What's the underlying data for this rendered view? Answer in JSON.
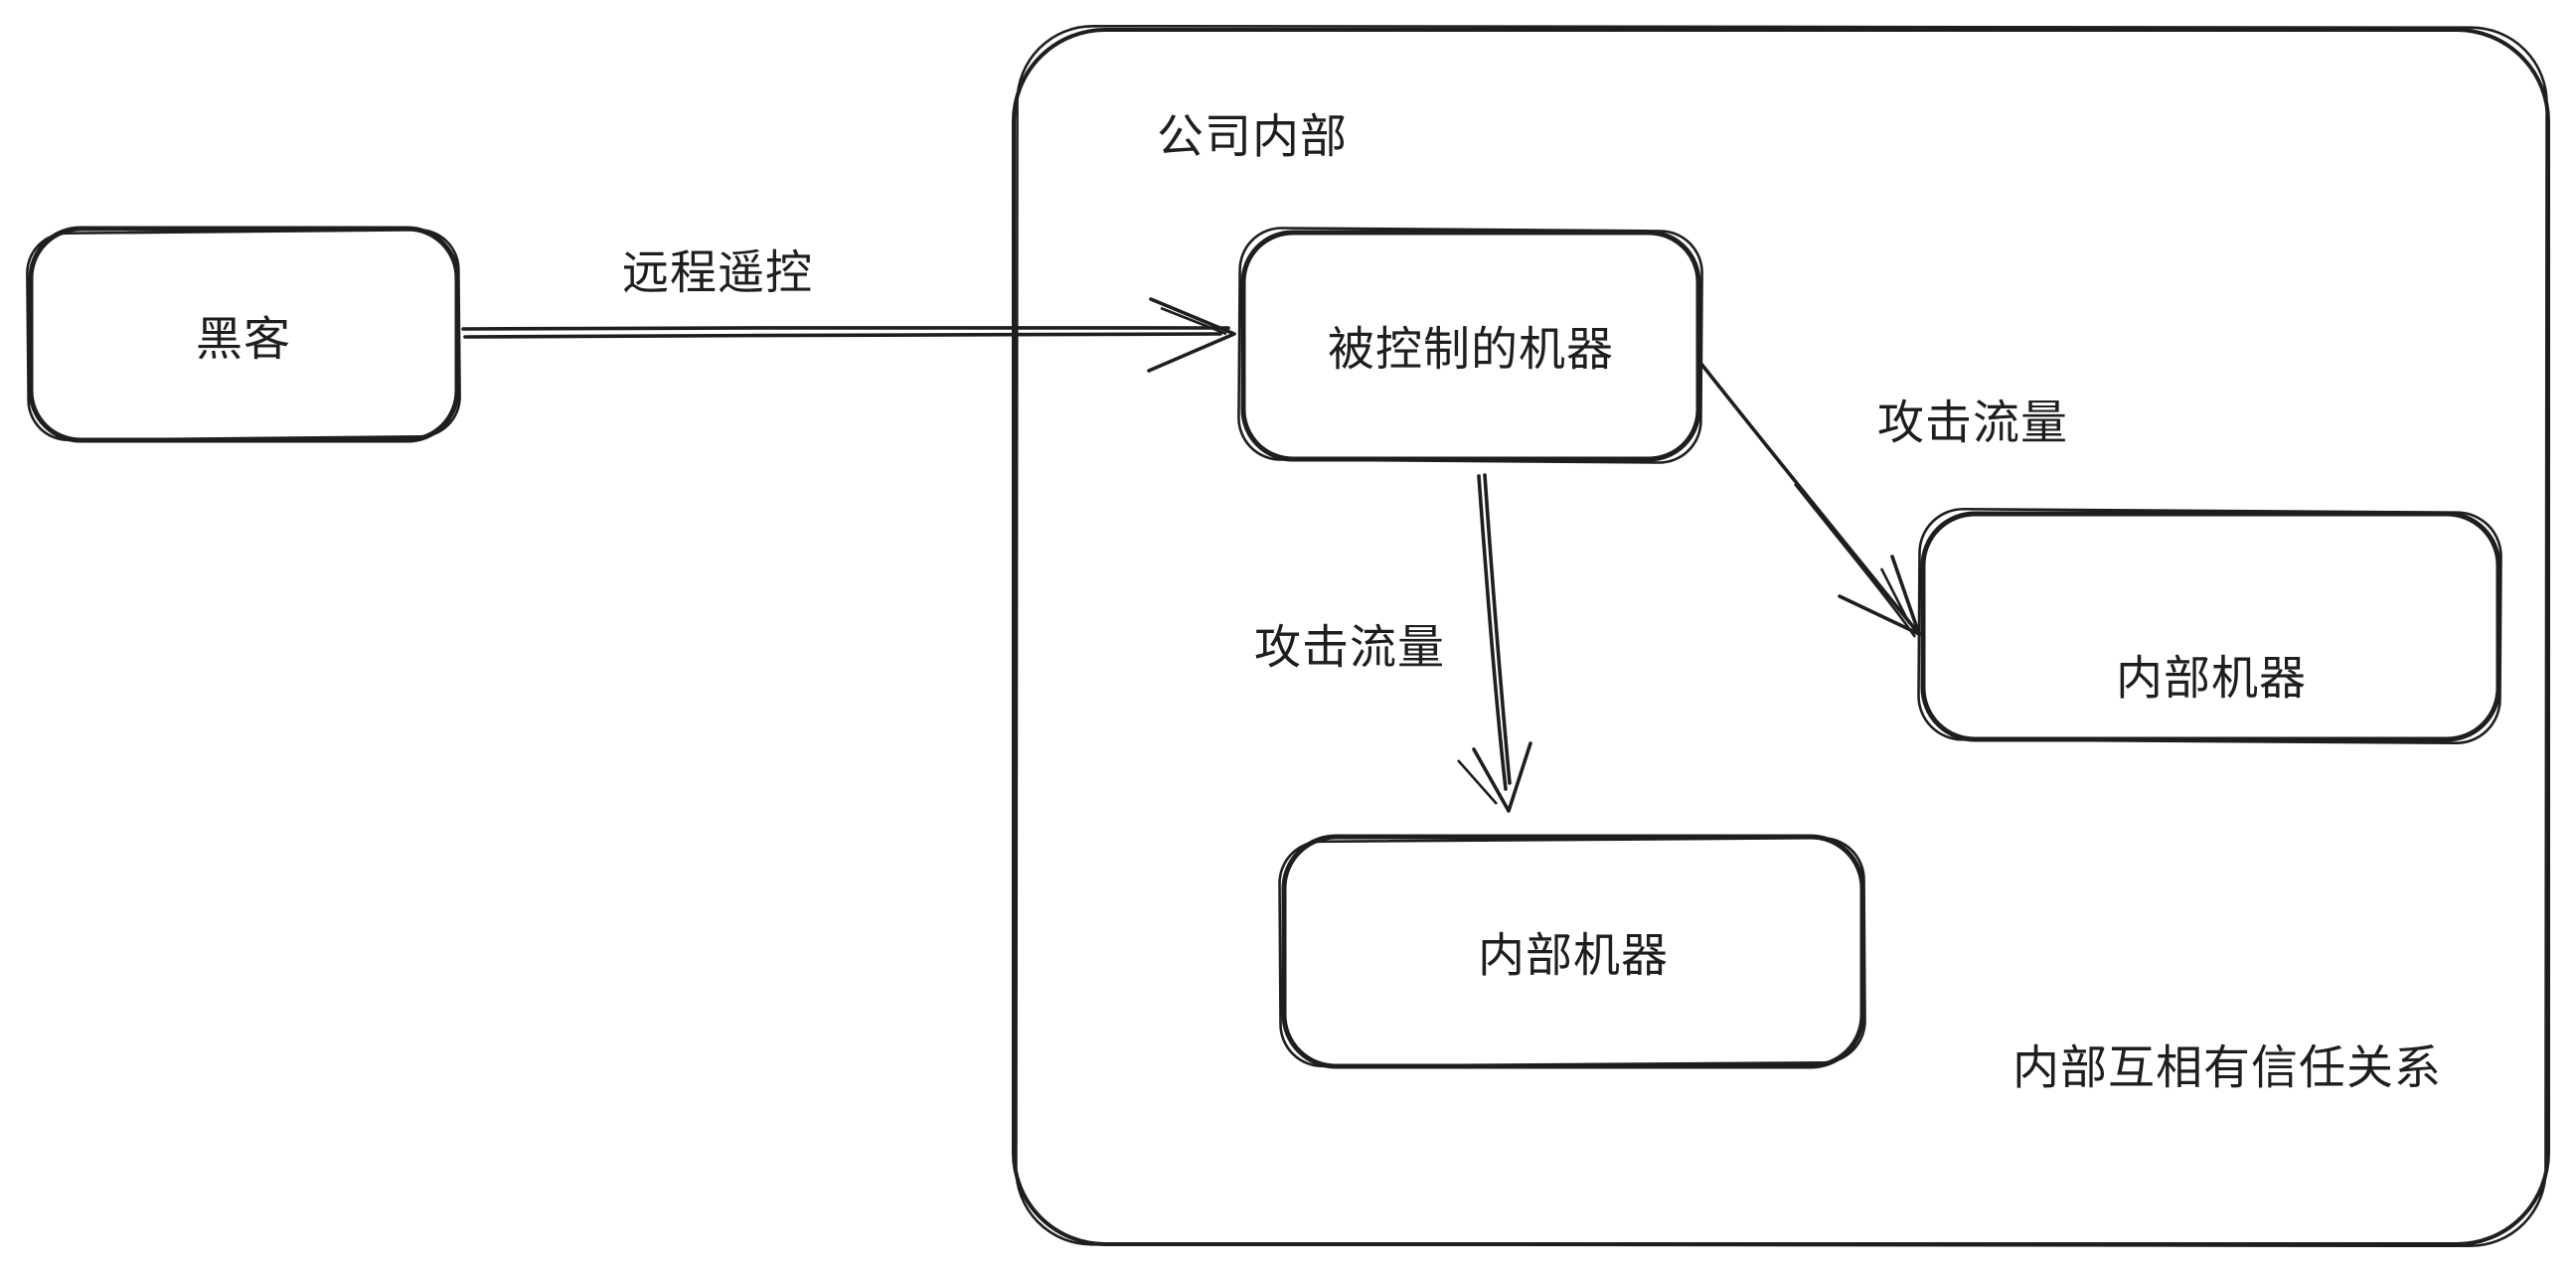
{
  "diagram": {
    "container": {
      "label": "公司内部"
    },
    "nodes": {
      "hacker": {
        "label": "黑客"
      },
      "compromised": {
        "label": "被控制的机器"
      },
      "internal_right": {
        "label": "内部机器"
      },
      "internal_bottom": {
        "label": "内部机器"
      }
    },
    "edges": {
      "remote_control": {
        "label": "远程遥控"
      },
      "attack_to_right": {
        "label": "攻击流量"
      },
      "attack_to_bottom": {
        "label": "攻击流量"
      }
    },
    "annotation": {
      "text": "内部互相有信任关系"
    }
  },
  "colors": {
    "ink": "#1e1e1e",
    "background": "#ffffff"
  }
}
